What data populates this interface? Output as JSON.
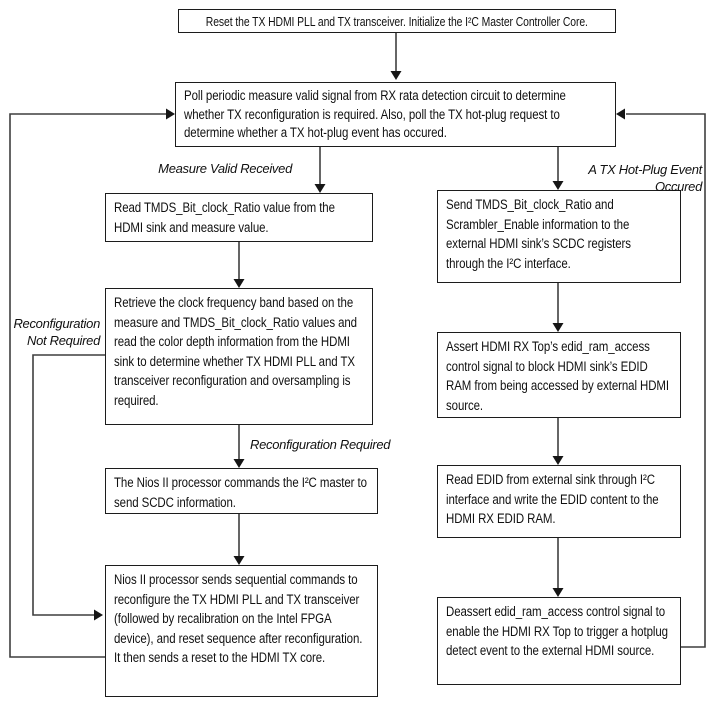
{
  "diagram": {
    "type": "flowchart",
    "colors": {
      "background": "#ffffff",
      "box_border": "#1c1c1c",
      "line": "#3f3f3f",
      "arrowhead": "#161616",
      "text": "#111111"
    },
    "boxes": {
      "reset": {
        "text": "Reset the TX HDMI PLL and TX transceiver. Initialize the I²C Master Controller Core."
      },
      "poll": {
        "text": "Poll periodic measure valid signal from RX rata detection circuit to determine whether TX reconfiguration is required. Also, poll the TX hot-plug request to determine whether a TX hot-plug event has occured."
      },
      "read_tmds": {
        "text": "Read TMDS_Bit_clock_Ratio value from the HDMI sink and measure value."
      },
      "retrieve_band": {
        "text": "Retrieve the clock frequency band based on the measure and TMDS_Bit_clock_Ratio values and read the color depth information from the HDMI sink to determine whether TX HDMI PLL and TX transceiver reconfiguration and oversampling is required."
      },
      "nios_commands": {
        "text": "The Nios II processor commands the I²C master to send SCDC information."
      },
      "nios_sequential": {
        "text": "Nios II processor sends sequential commands to reconfigure the TX HDMI PLL and TX transceiver (followed by recalibration on the Intel FPGA device), and reset sequence after reconfiguration. It then sends a reset to the HDMI TX core."
      },
      "send_scdc": {
        "text": "Send TMDS_Bit_clock_Ratio and Scrambler_Enable information to the external HDMI sink’s SCDC registers through the I²C interface."
      },
      "assert_edid": {
        "text": "Assert HDMI RX Top’s edid_ram_access control signal to block HDMI sink’s EDID RAM from being accessed by external HDMI source."
      },
      "read_edid": {
        "text": "Read EDID from external sink through I²C interface and write the EDID content to the HDMI RX EDID RAM."
      },
      "deassert_edid": {
        "text": "Deassert edid_ram_access control signal to enable the HDMI RX Top to trigger a hotplug detect event to the external HDMI source."
      }
    },
    "labels": {
      "measure_valid": "Measure Valid Received",
      "hot_plug_event": "A TX Hot-Plug Event Occured",
      "reconfig_not_required": "Reconfiguration\nNot Required",
      "reconfig_required": "Reconfiguration Required"
    }
  }
}
